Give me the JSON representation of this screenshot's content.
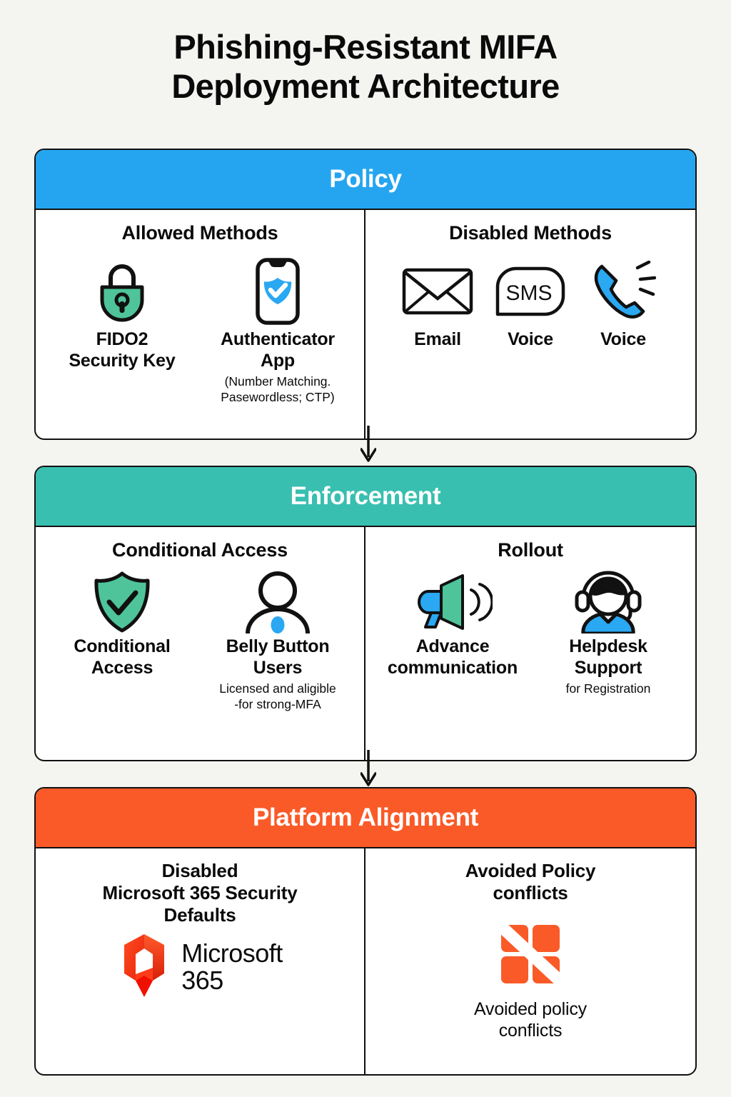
{
  "title": {
    "line1": "Phishing-Resistant MIFA",
    "line2": "Deployment Architecture"
  },
  "colors": {
    "background": "#f4f4f1",
    "policy_band": "#25a5f0",
    "enforcement_band": "#39bfb0",
    "platform_band": "#fa5a28",
    "green_accent": "#4fc49b",
    "blue_accent": "#2aa8f2",
    "red_accent": "#f03a17",
    "outline": "#111111"
  },
  "sections": [
    {
      "band_label": "Policy",
      "columns": [
        {
          "heading": "Allowed Methods",
          "items": [
            {
              "icon": "padlock-icon",
              "label": "FIDO2\nSecurity Key",
              "label_l1": "FIDO2",
              "label_l2": "Security Key",
              "sub": ""
            },
            {
              "icon": "phone-authenticator-icon",
              "label_l1": "Authenticator",
              "label_l2": "App",
              "sub": "(Number Matching.\nPasewordless; CTP)",
              "sub_l1": "(Number Matching.",
              "sub_l2": "Pasewordless; CTP)"
            }
          ]
        },
        {
          "heading": "Disabled Methods",
          "items": [
            {
              "icon": "envelope-icon",
              "label_l1": "Email",
              "label_l2": "",
              "sub": ""
            },
            {
              "icon": "sms-bubble-icon",
              "label_l1": "Voice",
              "label_l2": "",
              "sub": "",
              "glyph_text": "SMS"
            },
            {
              "icon": "phone-handset-icon",
              "label_l1": "Voice",
              "label_l2": "",
              "sub": ""
            }
          ]
        }
      ]
    },
    {
      "band_label": "Enforcement",
      "columns": [
        {
          "heading": "Conditional Access",
          "items": [
            {
              "icon": "shield-check-icon",
              "label_l1": "Conditional",
              "label_l2": "Access",
              "sub": ""
            },
            {
              "icon": "person-belly-button-icon",
              "label_l1": "Belly Button",
              "label_l2": "Users",
              "sub_l1": "Licensed and aligible",
              "sub_l2": "-for strong-MFA"
            }
          ]
        },
        {
          "heading": "Rollout",
          "items": [
            {
              "icon": "megaphone-icon",
              "label_l1": "Advance",
              "label_l2": "communication",
              "sub": ""
            },
            {
              "icon": "headset-support-icon",
              "label_l1": "Helpdesk",
              "label_l2": "Support",
              "sub_l1": "for Registration",
              "sub_l2": ""
            }
          ]
        }
      ]
    },
    {
      "band_label": "Platform Alignment",
      "columns": [
        {
          "heading_l1": "Disabled",
          "heading_l2": "Microsoft 365 Security",
          "heading_l3": "Defaults",
          "logo": "microsoft-365-logo",
          "logo_text_l1": "Microsoft",
          "logo_text_l2": "365"
        },
        {
          "heading_l1": "Avoided Policy",
          "heading_l2": "conflicts",
          "icon": "broken-puzzle-icon",
          "caption_l1": "Avoided policy",
          "caption_l2": "conflicts"
        }
      ]
    }
  ],
  "connectors": [
    {
      "name": "arrow-policy-to-enforcement",
      "direction": "down"
    },
    {
      "name": "arrow-enforcement-to-platform",
      "direction": "down"
    }
  ]
}
